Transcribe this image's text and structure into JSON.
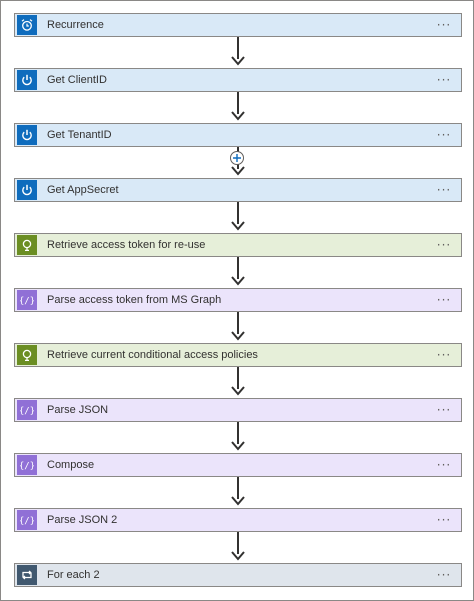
{
  "steps": [
    {
      "label": "Recurrence",
      "icon": "alarm-clock-icon",
      "color": "#0f6cbd"
    },
    {
      "label": "Get ClientID",
      "icon": "power-icon",
      "color": "#0f6cbd"
    },
    {
      "label": "Get TenantID",
      "icon": "power-icon",
      "color": "#0f6cbd"
    },
    {
      "label": "Get AppSecret",
      "icon": "power-icon",
      "color": "#0f6cbd"
    },
    {
      "label": "Retrieve access token for re-use",
      "icon": "globe-icon",
      "color": "#6b8e23"
    },
    {
      "label": "Parse access token from MS Graph",
      "icon": "braces-icon",
      "color": "#9070d6"
    },
    {
      "label": "Retrieve current conditional access policies",
      "icon": "globe-icon",
      "color": "#6b8e23"
    },
    {
      "label": "Parse JSON",
      "icon": "braces-icon",
      "color": "#9070d6"
    },
    {
      "label": "Compose",
      "icon": "braces-icon",
      "color": "#9070d6"
    },
    {
      "label": "Parse JSON 2",
      "icon": "braces-icon",
      "color": "#9070d6"
    },
    {
      "label": "For each 2",
      "icon": "loop-icon",
      "color": "#40586f"
    }
  ],
  "more_label": "···",
  "add_step_icon": "plus-icon"
}
